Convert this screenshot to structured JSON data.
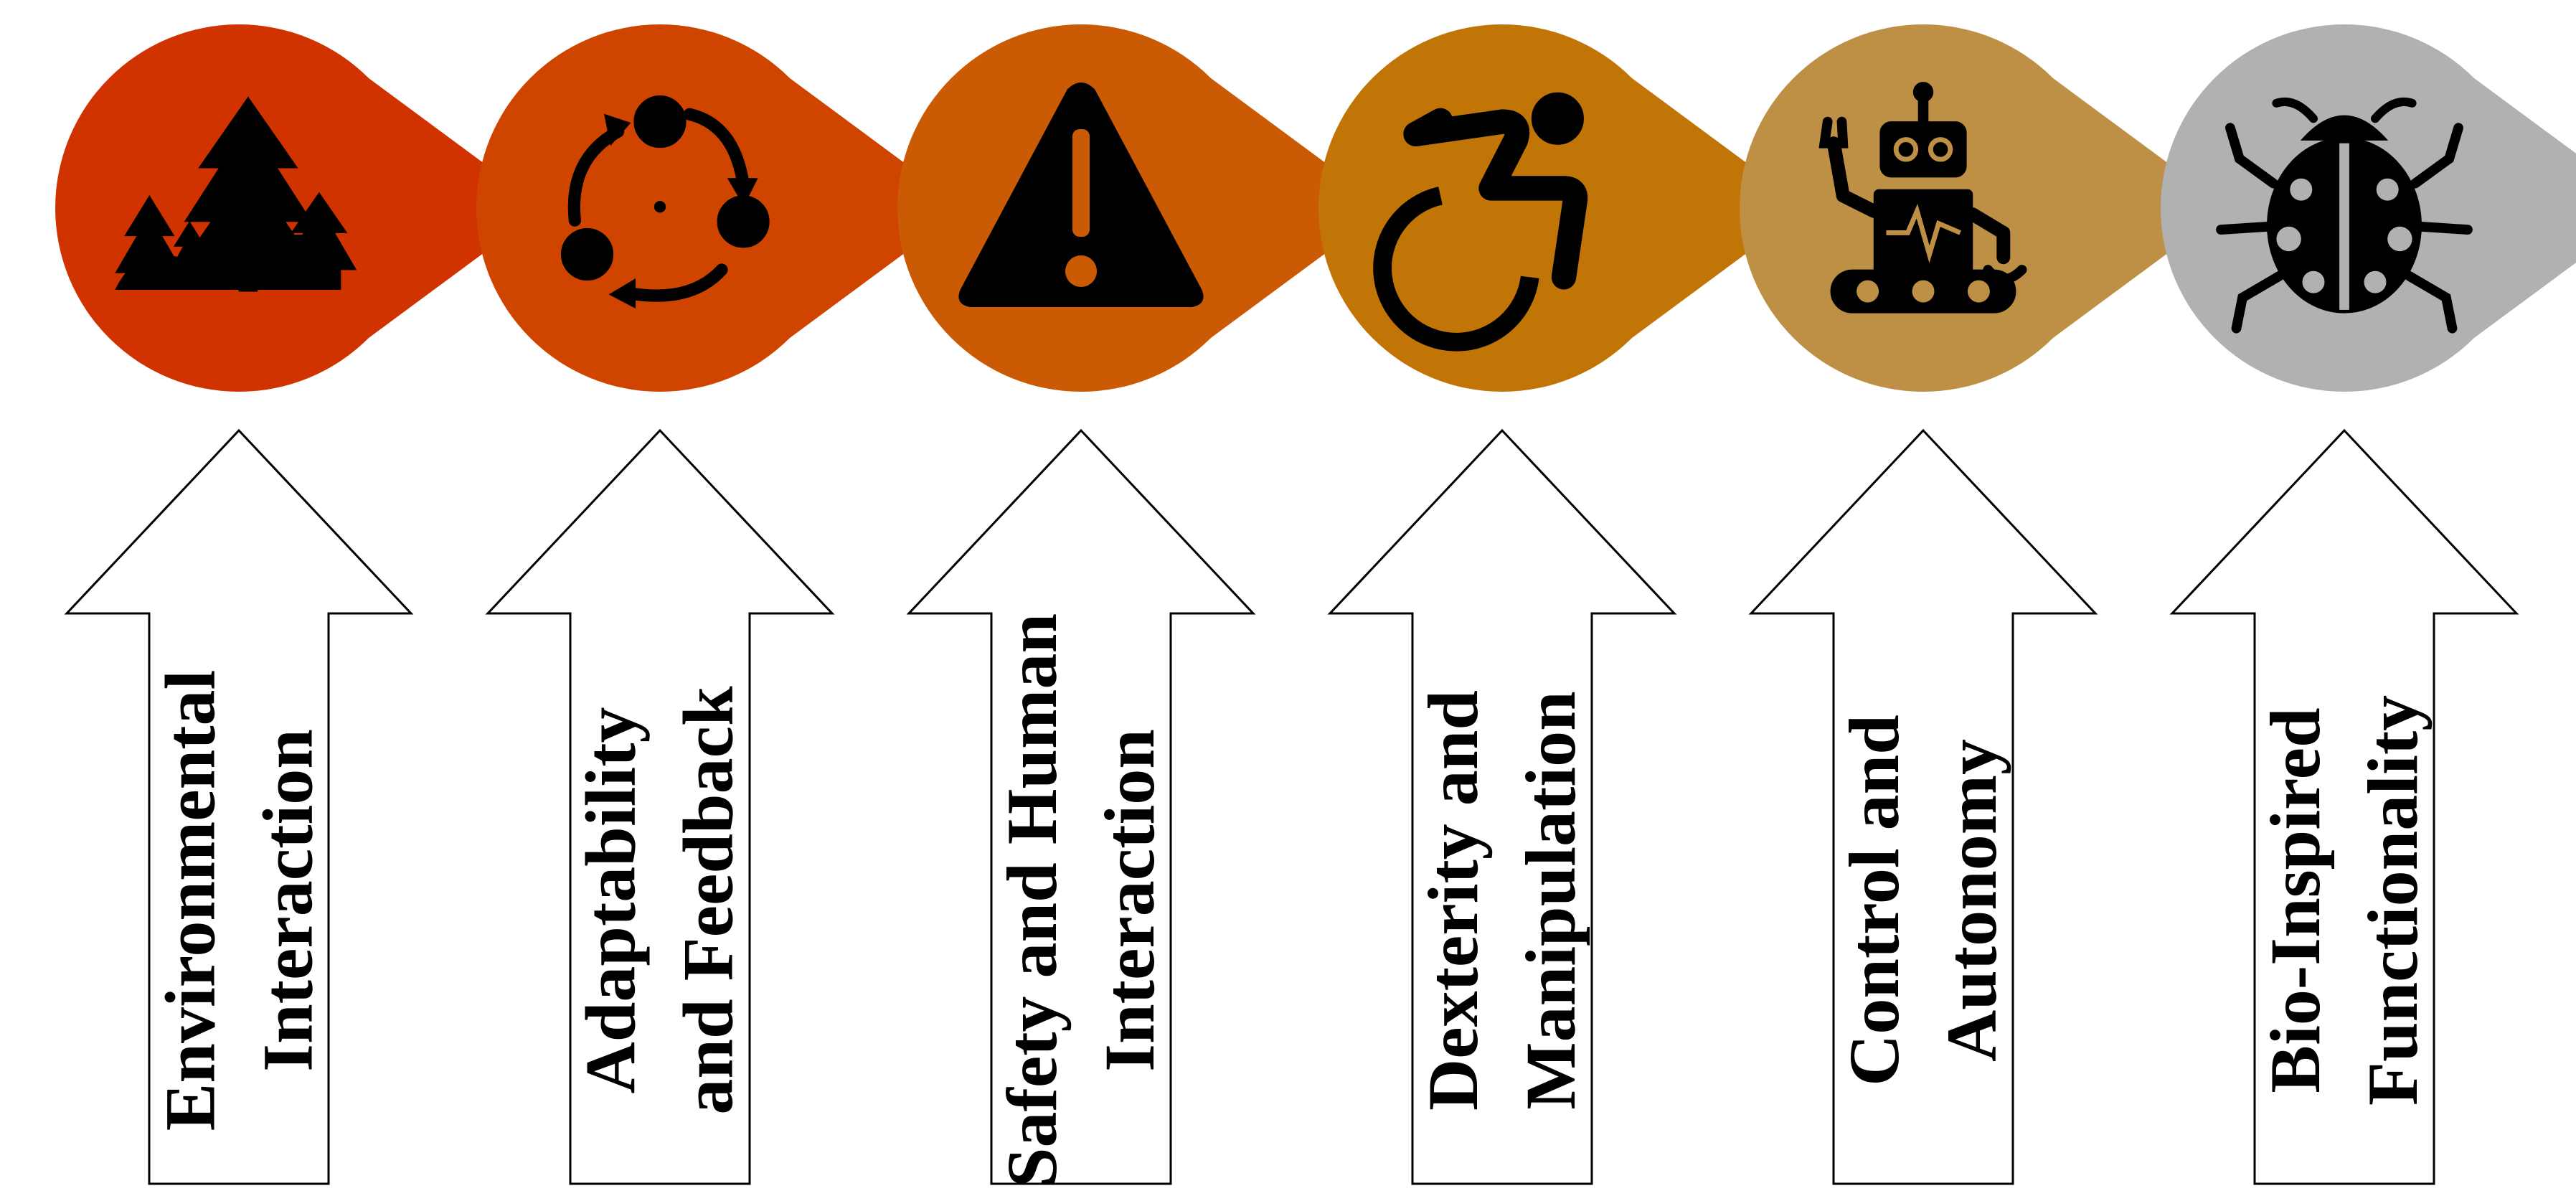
{
  "diagram": {
    "steps": [
      {
        "id": "environmental",
        "icon": "forest-icon",
        "color": "#D03300",
        "label_lines": [
          "Environmental",
          "Interaction"
        ]
      },
      {
        "id": "adaptability",
        "icon": "cycle-arrows-icon",
        "color": "#CF4500",
        "label_lines": [
          "Adaptability",
          "and Feedback"
        ]
      },
      {
        "id": "safety",
        "icon": "warning-icon",
        "color": "#CB5A04",
        "label_lines": [
          "Safety and Human",
          "Interaction"
        ]
      },
      {
        "id": "dexterity",
        "icon": "wheelchair-icon",
        "color": "#C17507",
        "label_lines": [
          "Dexterity and",
          "Manipulation"
        ]
      },
      {
        "id": "control",
        "icon": "robot-icon",
        "color": "#BE9046",
        "label_lines": [
          "Control and",
          "Autonomy"
        ]
      },
      {
        "id": "bio",
        "icon": "ladybug-icon",
        "color": "#B1B1B1",
        "label_lines": [
          "Bio-Inspired",
          "Functionality"
        ]
      }
    ],
    "arrow_fill": "#FFFFFF",
    "arrow_stroke": "#000000",
    "icon_color": "#000000"
  }
}
